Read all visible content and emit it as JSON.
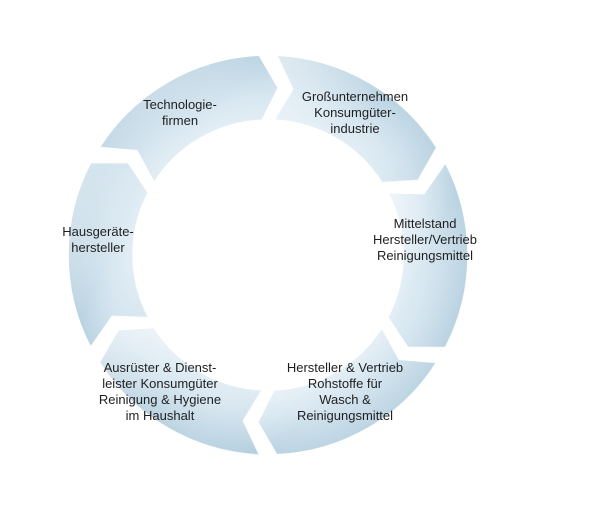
{
  "diagram": {
    "type": "cycle",
    "colors": {
      "segment_light": "#eef5fa",
      "segment_dark": "#b9d2e1",
      "segment_edge": "#ffffff",
      "text": "#1f1f1f"
    },
    "segments": [
      {
        "label": "Großunternehmen\nKonsumgüter-\nindustrie"
      },
      {
        "label": "Mittelstand\nHersteller/Vertrieb\nReinigungsmittel"
      },
      {
        "label": "Hersteller & Vertrieb\nRohstoffe für\nWasch &\nReinigungsmittel"
      },
      {
        "label": "Ausrüster & Dienst-\nleister Konsumgüter\nReinigung & Hygiene\nim Haushalt"
      },
      {
        "label": "Hausgeräte-\nhersteller"
      },
      {
        "label": "Technologie-\nfirmen"
      }
    ]
  }
}
